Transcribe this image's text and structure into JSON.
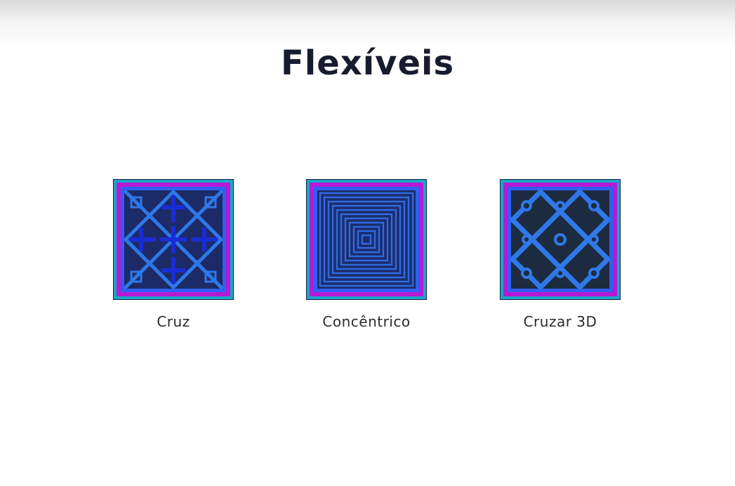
{
  "title": "Flexíveis",
  "patterns": [
    {
      "label": "Cruz",
      "icon": "cross-infill-pattern-icon"
    },
    {
      "label": "Concêntrico",
      "icon": "concentric-infill-pattern-icon"
    },
    {
      "label": "Cruzar 3D",
      "icon": "cross-3d-infill-pattern-icon"
    }
  ],
  "colors": {
    "title": "#171c2e",
    "outer_border": "#1aa6c8",
    "magenta_frame": "#b61ad6",
    "wall_blue": "#2f5ff2",
    "infill_dark": "#1c2b68",
    "pattern_light": "#2f78e8"
  }
}
